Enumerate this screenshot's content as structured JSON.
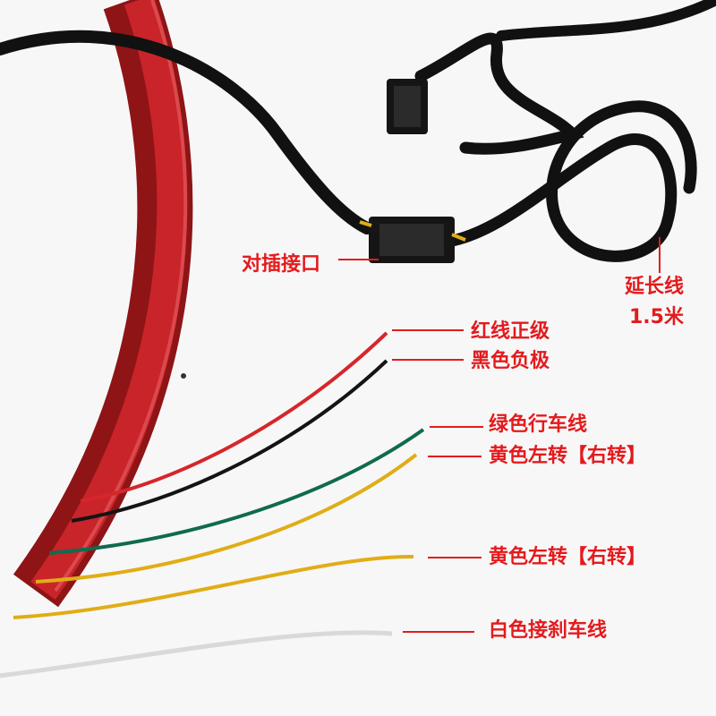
{
  "colors": {
    "label": "#e41a1c",
    "strip_red": "#b3191c",
    "cable_black": "#111111",
    "wire_red": "#d6262a",
    "wire_black": "#141414",
    "wire_green": "#0f6b4f",
    "wire_yellow": "#e0ad16",
    "wire_white": "#d9d9d9"
  },
  "labels": {
    "connector": "对插接口",
    "extension_line1": "延长线",
    "extension_line2": "1.5米",
    "red_wire": "红线正级",
    "black_wire": "黑色负极",
    "green_wire": "绿色行车线",
    "yellow_wire_1": "黄色左转【右转】",
    "yellow_wire_2": "黄色左转【右转】",
    "white_wire": "白色接刹车线"
  }
}
